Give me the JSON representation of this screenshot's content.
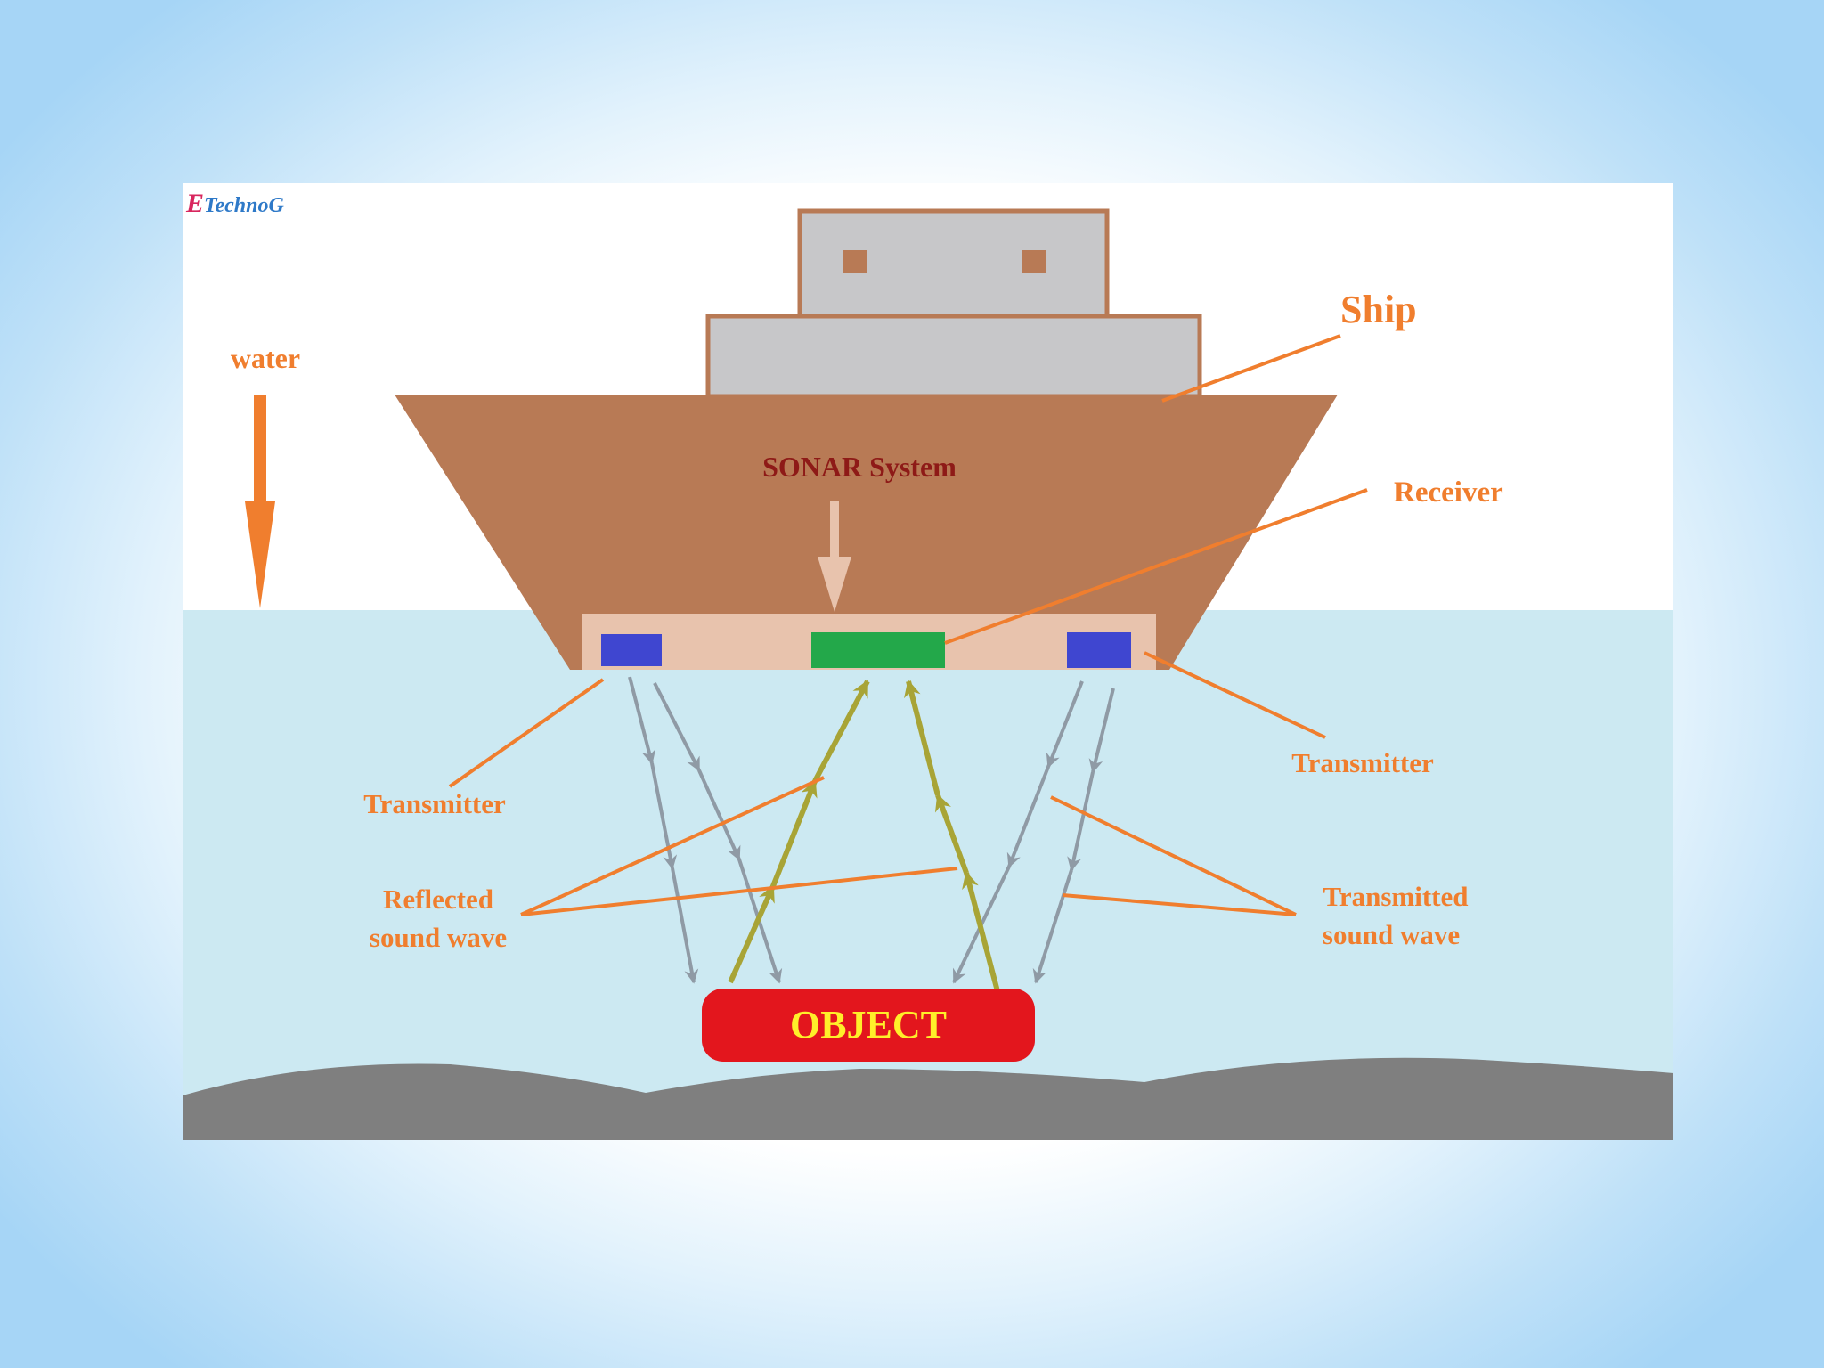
{
  "watermark": "TechnoG",
  "labels": {
    "water": "water",
    "ship": "Ship",
    "sonar_system": "SONAR System",
    "receiver": "Receiver",
    "transmitter_left": "Transmitter",
    "transmitter_right": "Transmitter",
    "reflected_line1": "Reflected",
    "reflected_line2": "sound wave",
    "transmitted_line1": "Transmitted",
    "transmitted_line2": "sound wave",
    "object": "OBJECT"
  },
  "colors": {
    "label_orange": "#f07e2e",
    "ship_hull": "#b87a55",
    "ship_cabin": "#c7c7c9",
    "water": "#cce9f2",
    "seabed": "#7f7f7f",
    "sonar_panel": "#e8c3ad",
    "transmitter": "#3f46d0",
    "receiver": "#23a84a",
    "object_fill": "#e3161d",
    "object_text": "#ffef2a",
    "transmitted_wave": "#8f9aa5",
    "reflected_wave": "#a8a436",
    "sonar_text": "#8e1a17"
  }
}
